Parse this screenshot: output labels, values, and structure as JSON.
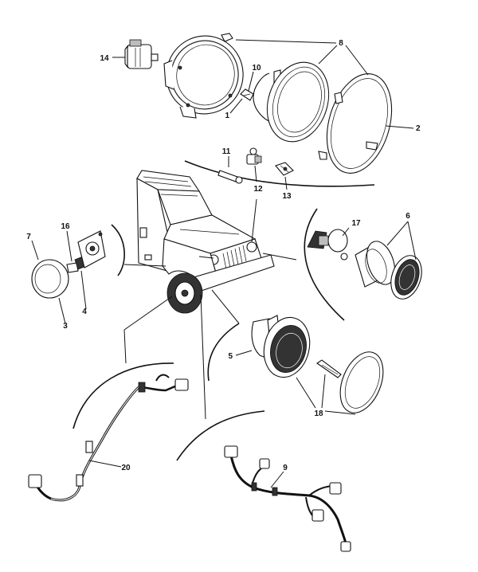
{
  "diagram": {
    "type": "exploded-parts-diagram",
    "callouts": {
      "c1": "1",
      "c2": "2",
      "c3": "3",
      "c4": "4",
      "c5": "5",
      "c6": "6",
      "c7": "7",
      "c8": "8",
      "c9": "9",
      "c10": "10",
      "c11": "11",
      "c12": "12",
      "c13": "13",
      "c14": "14",
      "c16": "16",
      "c17": "17",
      "c18": "18",
      "c20": "20"
    }
  }
}
